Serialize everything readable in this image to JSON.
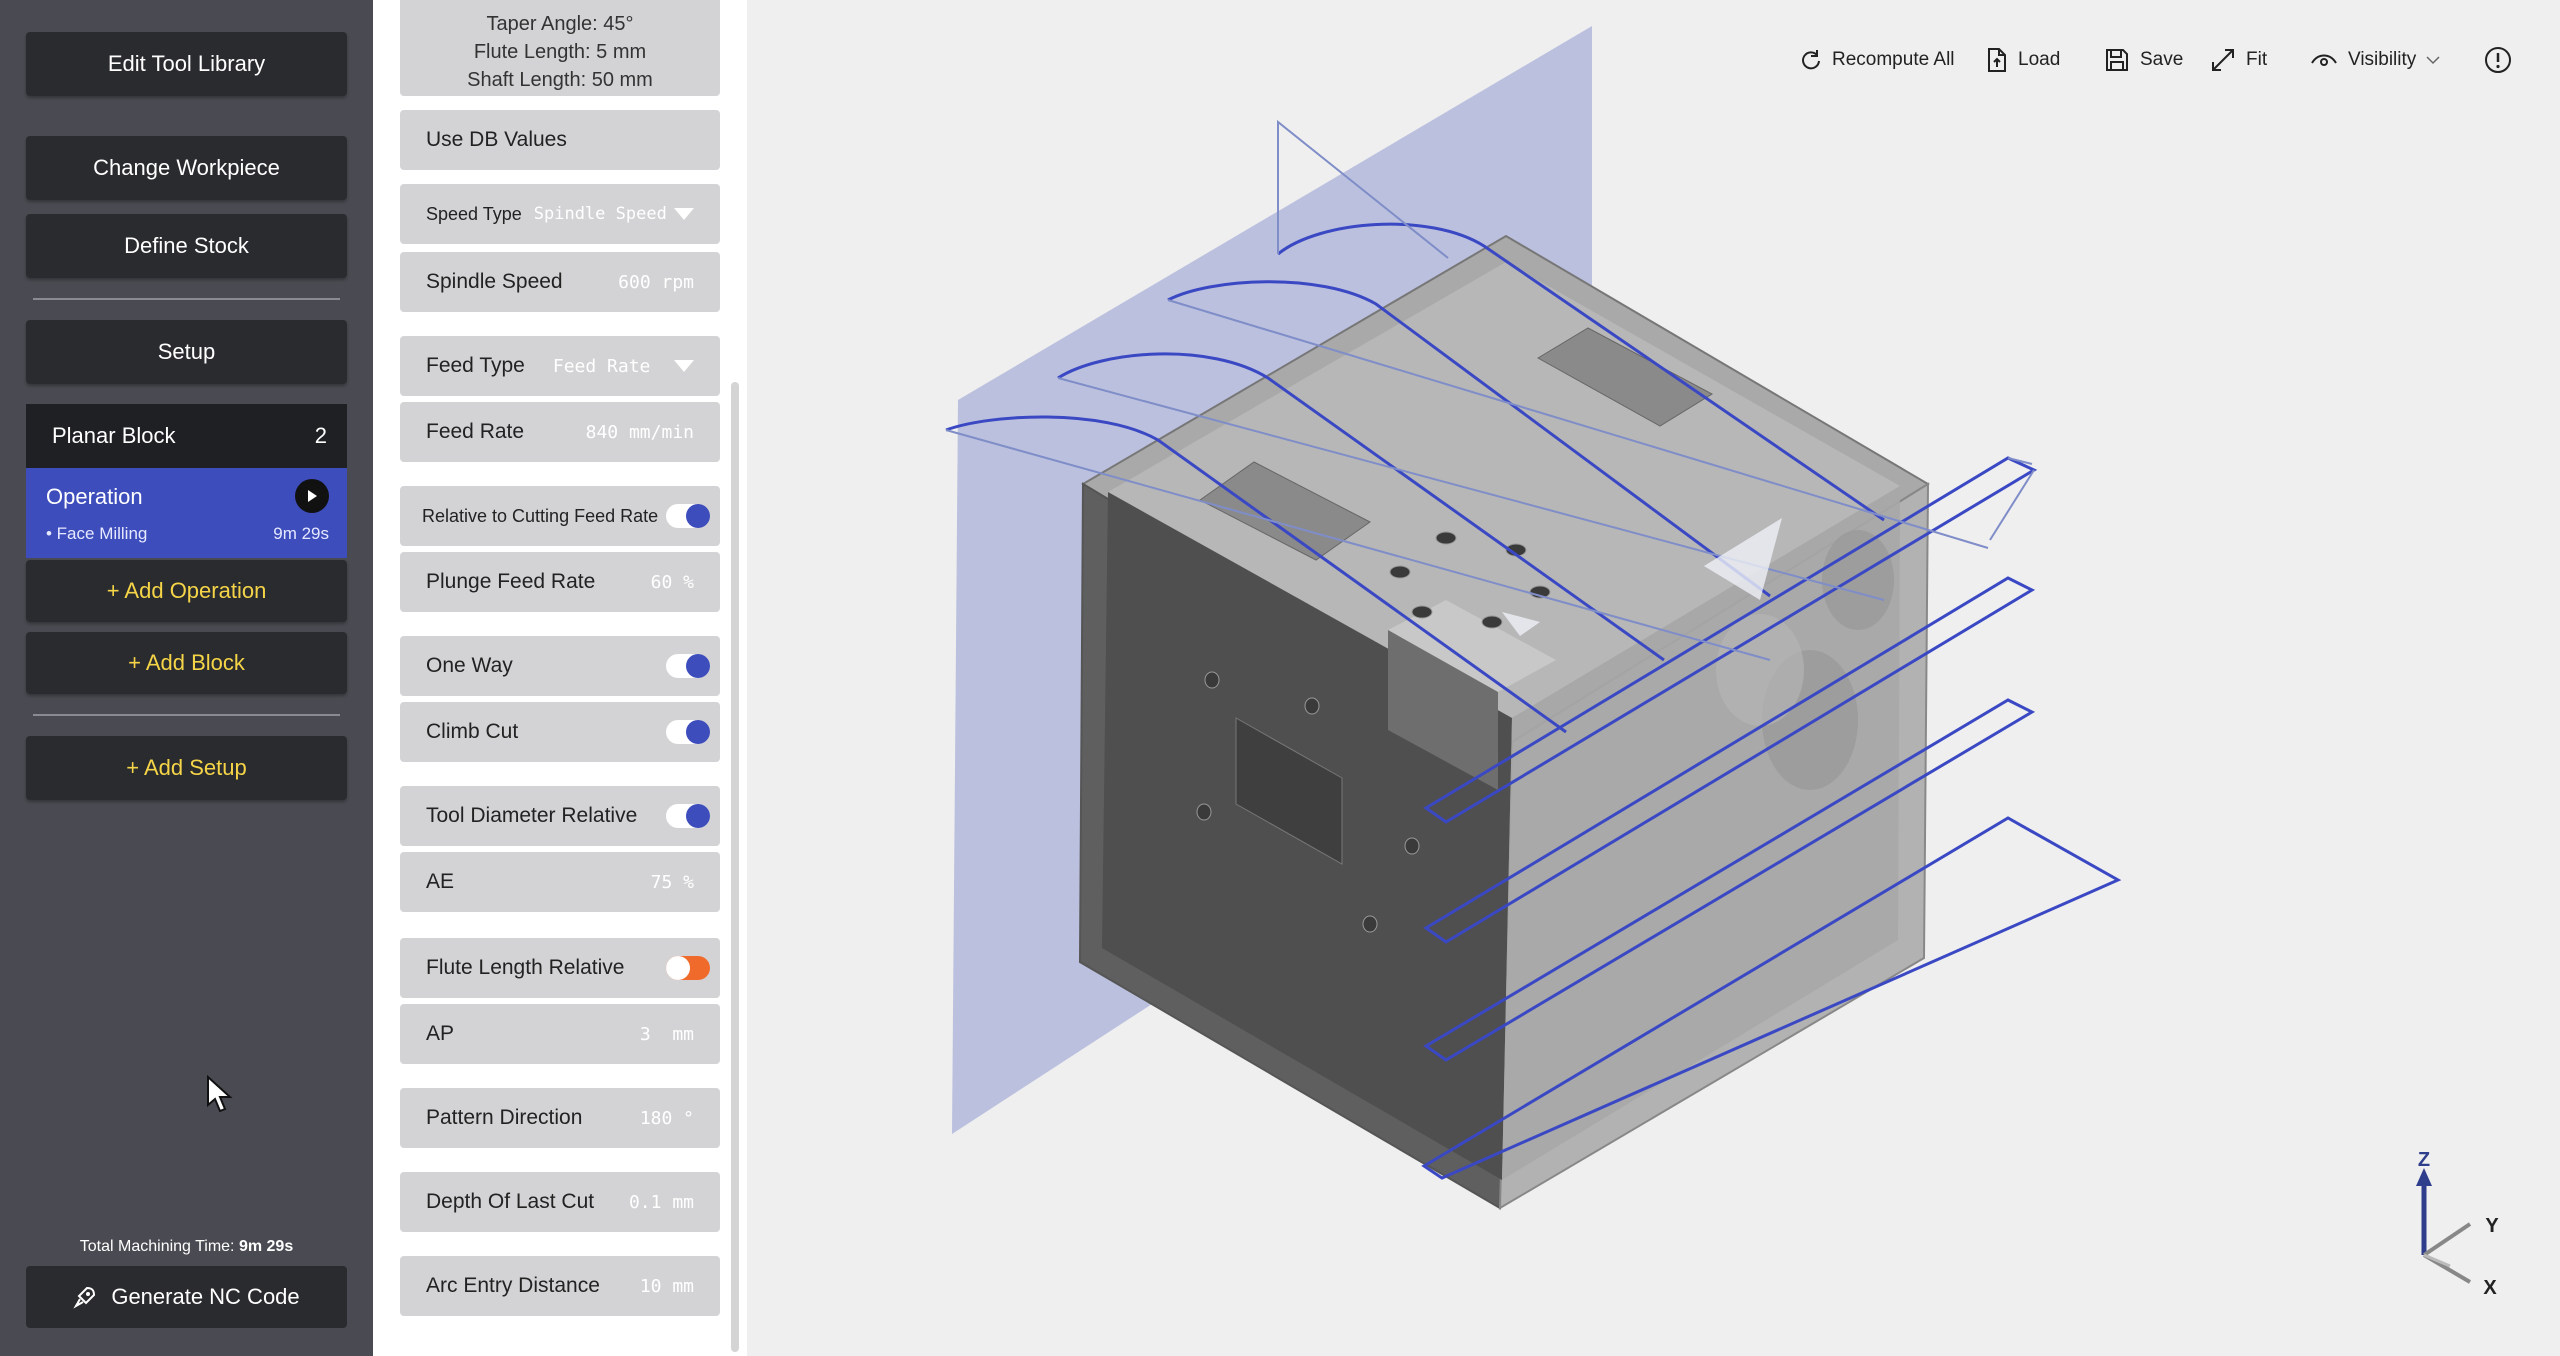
{
  "sidebar": {
    "edit_tool_library": "Edit Tool Library",
    "change_workpiece": "Change Workpiece",
    "define_stock": "Define Stock",
    "setup": "Setup",
    "block": {
      "name": "Planar Block",
      "count": "2"
    },
    "operation": {
      "title": "Operation",
      "subtitle": "• Face Milling",
      "time": "9m 29s"
    },
    "add_operation": "+ Add Operation",
    "add_block": "+ Add Block",
    "add_setup": "+ Add Setup",
    "total_label": "Total Machining Time:",
    "total_value": "9m 29s",
    "generate": "Generate NC Code"
  },
  "tool_info": {
    "taper": "Taper Angle: 45°",
    "flute": "Flute Length: 5 mm",
    "shaft": "Shaft Length: 50 mm"
  },
  "params": {
    "use_db": "Use DB Values",
    "speed_type_label": "Speed Type",
    "speed_type_value": "Spindle Speed",
    "spindle_speed_label": "Spindle Speed",
    "spindle_speed_value": "600 rpm",
    "feed_type_label": "Feed Type",
    "feed_type_value": "Feed Rate",
    "feed_rate_label": "Feed Rate",
    "feed_rate_value": "840 mm/min",
    "relative_cutting_label": "Relative to Cutting Feed Rate",
    "plunge_label": "Plunge Feed Rate",
    "plunge_value": "60 %",
    "one_way_label": "One Way",
    "climb_cut_label": "Climb Cut",
    "tool_diam_rel_label": "Tool Diameter Relative",
    "ae_label": "AE",
    "ae_value": "75 %",
    "flute_len_rel_label": "Flute Length Relative",
    "ap_label": "AP",
    "ap_value": "3  mm",
    "pattern_dir_label": "Pattern Direction",
    "pattern_dir_value": "180 °",
    "depth_last_label": "Depth Of Last Cut",
    "depth_last_value": "0.1 mm",
    "arc_entry_label": "Arc Entry Distance",
    "arc_entry_value": "10 mm"
  },
  "toolbar": {
    "recompute": "Recompute All",
    "load": "Load",
    "save": "Save",
    "fit": "Fit",
    "visibility": "Visibility"
  },
  "axes": {
    "z": "Z",
    "y": "Y",
    "x": "X"
  },
  "colors": {
    "accent": "#3d4dbb",
    "sidebar_bg": "#4a4b52",
    "button_bg": "#2a2b2f",
    "highlight_text": "#f5d547",
    "toggle_off": "#f06a2b",
    "plane": "#aab0d8"
  }
}
